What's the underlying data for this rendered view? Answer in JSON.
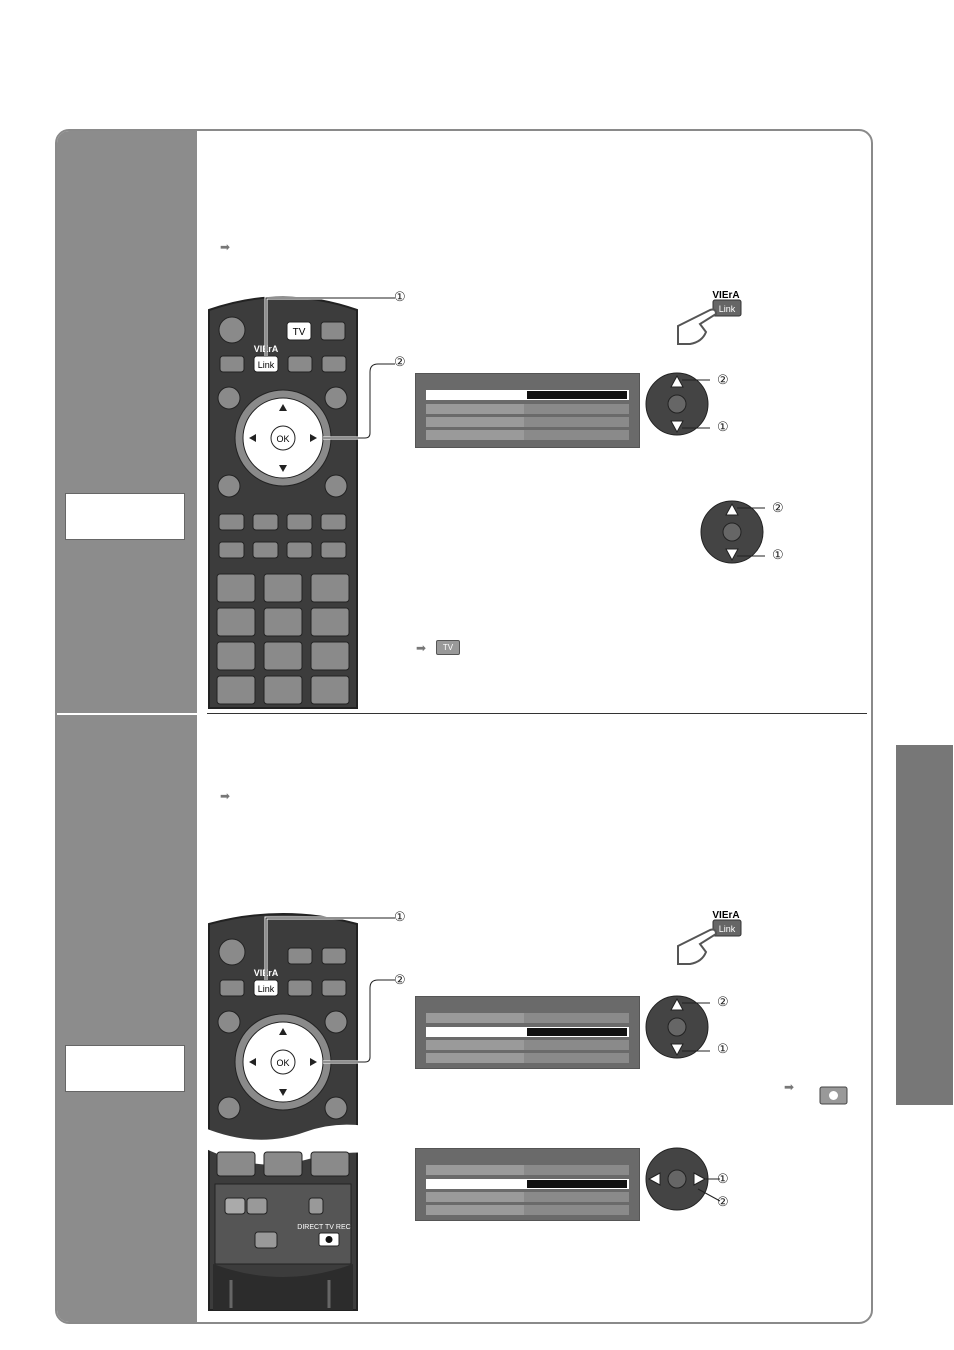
{
  "remote": {
    "tv_label": "TV",
    "link_label": "Link",
    "ok_label": "OK",
    "viera_label": "VIErA",
    "direct_tv_rec_label": "DIRECT TV REC"
  },
  "callouts": {
    "one": "①",
    "two": "②"
  },
  "icons": {
    "arrow": "right-arrow-icon",
    "hand_press": "hand-press-icon",
    "record": "record-icon"
  },
  "colors": {
    "sidebar": "#8c8c8c",
    "side_tab": "#777777",
    "frame_border": "#8a8a8a",
    "menu_bg": "#6a6a6a"
  }
}
